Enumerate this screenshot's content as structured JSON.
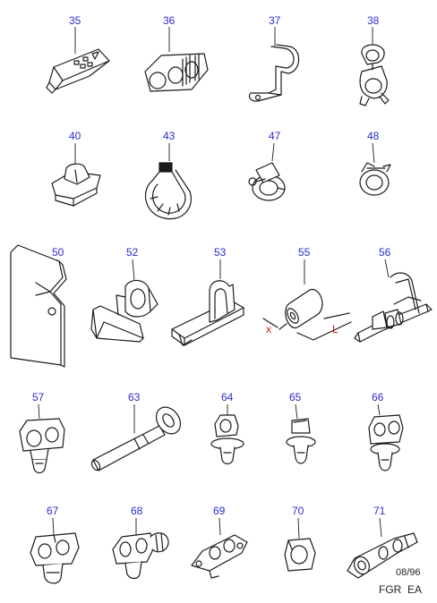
{
  "parts": [
    {
      "number": "35",
      "icon": "spring-clip-plate-icon"
    },
    {
      "number": "36",
      "icon": "multi-pipe-clip-icon"
    },
    {
      "number": "37",
      "icon": "p-clip-bracket-icon"
    },
    {
      "number": "38",
      "icon": "double-pipe-clip-icon"
    },
    {
      "number": "40",
      "icon": "adhesive-clip-icon"
    },
    {
      "number": "43",
      "icon": "cable-tie-icon"
    },
    {
      "number": "47",
      "icon": "hose-clamp-icon"
    },
    {
      "number": "48",
      "icon": "spring-hose-clip-icon"
    },
    {
      "number": "50",
      "icon": "shield-plate-icon"
    },
    {
      "number": "52",
      "icon": "u-bracket-clip-icon"
    },
    {
      "number": "53",
      "icon": "rail-clip-icon"
    },
    {
      "number": "55",
      "icon": "sleeve-icon"
    },
    {
      "number": "56",
      "icon": "multi-tube-holder-icon"
    },
    {
      "number": "57",
      "icon": "stud-clip-icon"
    },
    {
      "number": "63",
      "icon": "eye-bolt-icon"
    },
    {
      "number": "64",
      "icon": "push-clip-icon"
    },
    {
      "number": "65",
      "icon": "push-clip-icon"
    },
    {
      "number": "66",
      "icon": "double-push-clip-icon"
    },
    {
      "number": "67",
      "icon": "pipe-retainer-clip-icon"
    },
    {
      "number": "68",
      "icon": "pipe-retainer-clip-icon"
    },
    {
      "number": "69",
      "icon": "pipe-retainer-clip-icon"
    },
    {
      "number": "70",
      "icon": "single-pipe-clip-icon"
    },
    {
      "number": "71",
      "icon": "pipe-retainer-clip-icon"
    }
  ],
  "dimensions": {
    "x_label": "x",
    "l_label": "L"
  },
  "footer": {
    "date": "08/96",
    "code": "FGR  EA"
  },
  "colors": {
    "callout": "#2b2bd0",
    "dimension": "#d02020",
    "line": "#1a1a1a"
  }
}
